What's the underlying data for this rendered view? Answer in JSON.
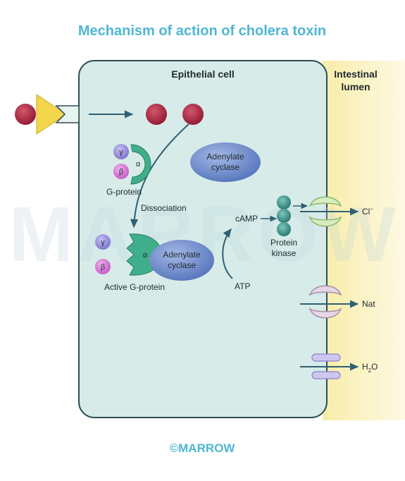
{
  "title": "Mechanism of action of cholera toxin",
  "cell_label": "Epithelial cell",
  "lumen_label_line1": "Intestinal",
  "lumen_label_line2": "lumen",
  "g_protein": {
    "label": "G-protein",
    "gamma": "γ",
    "beta": "β",
    "alpha": "α"
  },
  "active_g_protein": {
    "label": "Active G-protein",
    "gamma": "γ",
    "beta": "β",
    "alpha": "α"
  },
  "dissociation_label": "Dissociation",
  "adenylate_cyclase_inactive": {
    "line1": "Adenylate",
    "line2": "cyclase"
  },
  "adenylate_cyclase_active": {
    "line1": "Adenylate",
    "line2": "cyclase"
  },
  "camp_label": "cAMP",
  "atp_label": "ATP",
  "protein_kinase": {
    "line1": "Protein",
    "line2": "kinase"
  },
  "ions": {
    "chloride": "Cl",
    "chloride_sup": "−",
    "sodium": "Nat",
    "water_h": "H",
    "water_sub": "2",
    "water_o": "O"
  },
  "watermark": "MARROW",
  "footer": {
    "copyright": "©",
    "brand": "MARROW"
  },
  "colors": {
    "title": "#4fb6d2",
    "cell_fill": "#d7ebe9",
    "lumen_fill": "#fbf3c6",
    "toxin": "#a3203a",
    "receptor": "#f3d64c",
    "alpha": "#3fae8a",
    "gamma": "#8f86d8",
    "beta": "#d26fd2",
    "cyclase": "#5f80c6",
    "kinase": "#2f8a80",
    "arrow": "#2f6072"
  }
}
